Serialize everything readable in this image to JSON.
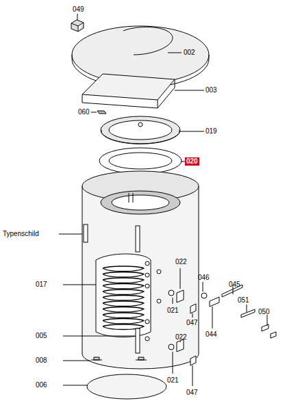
{
  "diagram": {
    "labels": [
      "049",
      "002",
      "003",
      "060",
      "019",
      "020",
      "Typenschild",
      "022",
      "046",
      "045",
      "017",
      "021",
      "047",
      "044",
      "051",
      "050",
      "005",
      "022",
      "008",
      "021",
      "047",
      "006"
    ]
  }
}
